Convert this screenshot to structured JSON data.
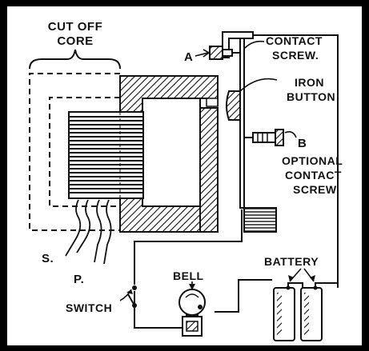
{
  "labels": {
    "cut_off_core_1": "CUT OFF",
    "cut_off_core_2": "CORE",
    "contact_screw_1": "CONTACT",
    "contact_screw_2": "SCREW.",
    "a": "A",
    "iron_button_1": "IRON",
    "iron_button_2": "BUTTON",
    "b": "B",
    "optional_1": "OPTIONAL",
    "optional_2": "CONTACT",
    "optional_3": "SCREW",
    "s": "S.",
    "p": "P.",
    "switch": "SWITCH",
    "bell": "BELL",
    "battery": "BATTERY"
  },
  "colors": {
    "ink": "#111111",
    "paper": "#ffffff",
    "frame": "#000000"
  }
}
